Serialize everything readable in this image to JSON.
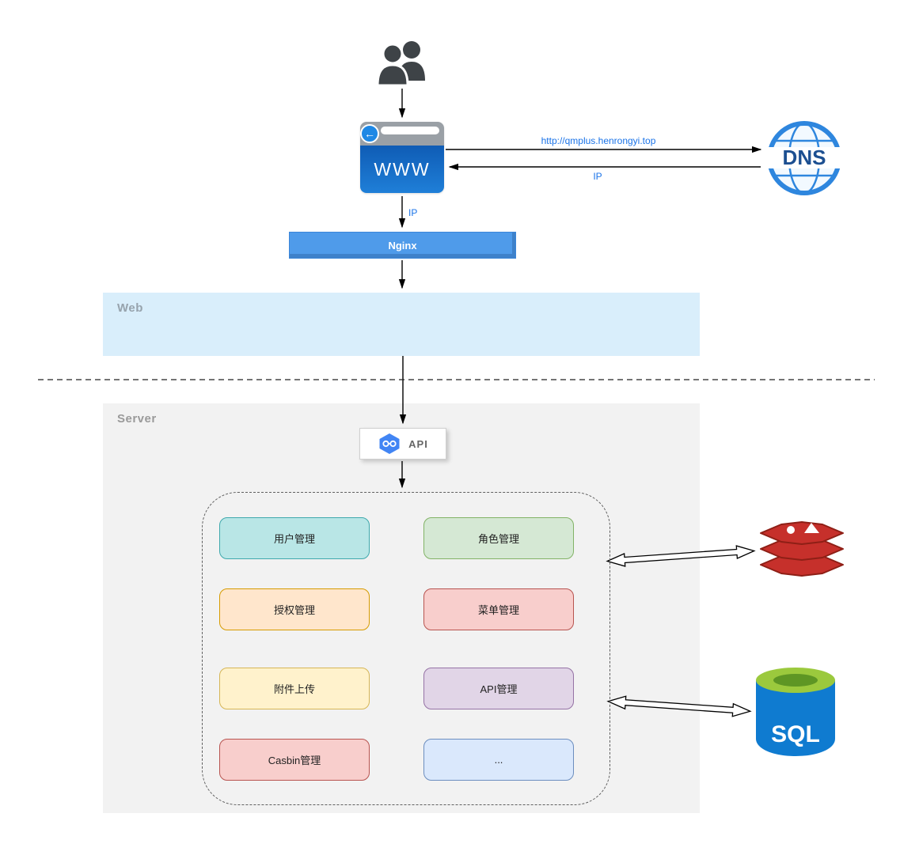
{
  "zones": {
    "web": "Web",
    "server": "Server"
  },
  "nodes": {
    "browser": "WWW",
    "dns": "DNS",
    "nginx": "Nginx",
    "api": "API",
    "sql": "SQL"
  },
  "connections": {
    "url_label": "http://qmplus.henrongyi.top",
    "dns_return_label": "IP",
    "nginx_request_label": "IP"
  },
  "icons": {
    "browser_back_arrow": "←",
    "users": "users-icon",
    "dns_globe": "dns-globe-icon",
    "api_hexagon": "api-hexagon-icon",
    "redis": "redis-database-icon",
    "sql": "sql-database-icon"
  },
  "modules": [
    {
      "label": "用户管理",
      "fill": "#b9e6e6",
      "stroke": "#3fa9ad"
    },
    {
      "label": "角色管理",
      "fill": "#d5e8d4",
      "stroke": "#82b366"
    },
    {
      "label": "授权管理",
      "fill": "#ffe6cc",
      "stroke": "#d79b00"
    },
    {
      "label": "菜单管理",
      "fill": "#f8cecc",
      "stroke": "#b85450"
    },
    {
      "label": "附件上传",
      "fill": "#fff2cc",
      "stroke": "#d6b656"
    },
    {
      "label": "API管理",
      "fill": "#e1d5e7",
      "stroke": "#9673a6"
    },
    {
      "label": "Casbin管理",
      "fill": "#f8cecc",
      "stroke": "#b85450"
    },
    {
      "label": "...",
      "fill": "#dae8fc",
      "stroke": "#6c8ebf"
    }
  ],
  "colors": {
    "link_label_blue": "#1a73e8",
    "nginx_fill": "#4f9bea",
    "web_zone_fill": "#d9eefb",
    "server_zone_fill": "#f2f2f2",
    "browser_blue": "#1565c0",
    "dns_blue": "#2e86de",
    "redis_red": "#c6302b",
    "sql_blue": "#0f7bd0",
    "sql_green": "#9bc93d"
  }
}
